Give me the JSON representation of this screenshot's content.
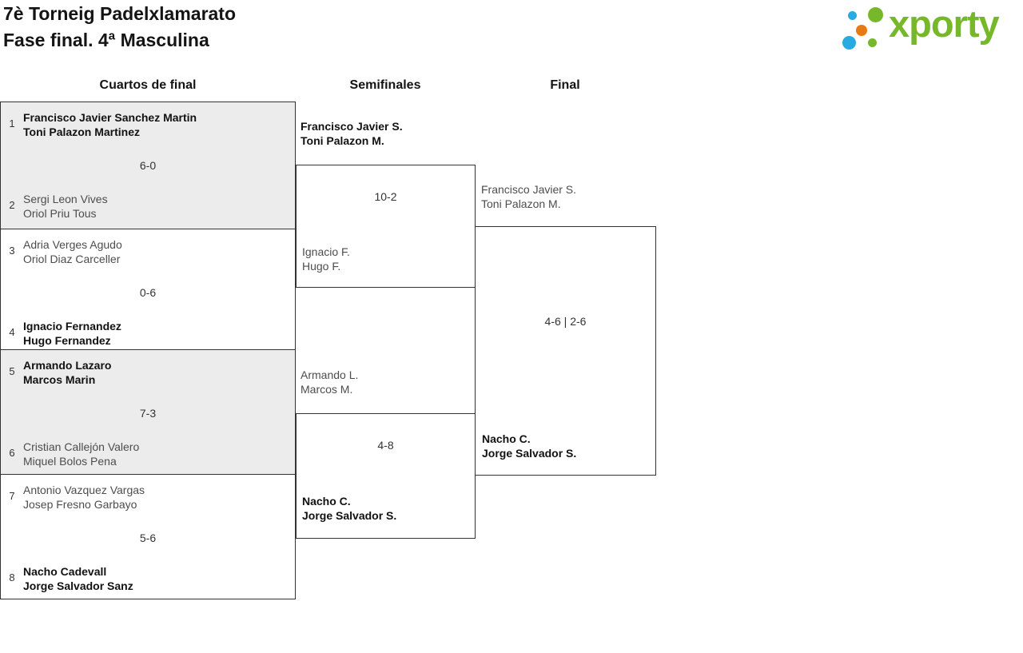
{
  "header": {
    "title_line1": "7è Torneig Padelxlamarato",
    "title_line2": "Fase final. 4ª Masculina"
  },
  "logo": {
    "brand": "xporty"
  },
  "colors": {
    "brand_green": "#76b82a",
    "brand_blue": "#29abe2",
    "brand_orange": "#e87a15",
    "bracket_border": "#333333",
    "shaded_box_bg": "#ececec",
    "winner_text": "#121212",
    "loser_text": "#4d4d4d"
  },
  "round_headers": {
    "quarterfinals": "Cuartos de final",
    "semifinals": "Semifinales",
    "final": "Final"
  },
  "bracket": {
    "quarterfinals": [
      {
        "seed_top": "1",
        "team_top": [
          "Francisco Javier Sanchez Martin",
          "Toni Palazon Martinez"
        ],
        "score": "6-0",
        "seed_bottom": "2",
        "team_bottom": [
          "Sergi Leon Vives",
          "Oriol Priu Tous"
        ],
        "winner": "top"
      },
      {
        "seed_top": "3",
        "team_top": [
          "Adria Verges Agudo",
          "Oriol Diaz Carceller"
        ],
        "score": "0-6",
        "seed_bottom": "4",
        "team_bottom": [
          "Ignacio Fernandez",
          "Hugo Fernandez"
        ],
        "winner": "bottom"
      },
      {
        "seed_top": "5",
        "team_top": [
          "Armando Lazaro",
          "Marcos Marin"
        ],
        "score": "7-3",
        "seed_bottom": "6",
        "team_bottom": [
          "Cristian Callejón Valero",
          "Miquel Bolos Pena"
        ],
        "winner": "top"
      },
      {
        "seed_top": "7",
        "team_top": [
          "Antonio Vazquez Vargas",
          "Josep Fresno Garbayo"
        ],
        "score": "5-6",
        "seed_bottom": "8",
        "team_bottom": [
          "Nacho Cadevall",
          "Jorge Salvador Sanz"
        ],
        "winner": "bottom"
      }
    ],
    "semifinals": [
      {
        "team_top": [
          "Francisco Javier S.",
          "Toni Palazon M."
        ],
        "score": "10-2",
        "team_bottom": [
          "Ignacio F.",
          "Hugo F."
        ],
        "winner": "top"
      },
      {
        "team_top": [
          "Armando L.",
          "Marcos M."
        ],
        "score": "4-8",
        "team_bottom": [
          "Nacho C.",
          "Jorge Salvador S."
        ],
        "winner": "bottom"
      }
    ],
    "final": {
      "team_top": [
        "Francisco Javier S.",
        "Toni Palazon M."
      ],
      "score": "4-6 | 2-6",
      "team_bottom": [
        "Nacho C.",
        "Jorge Salvador S."
      ],
      "winner": "bottom"
    }
  }
}
